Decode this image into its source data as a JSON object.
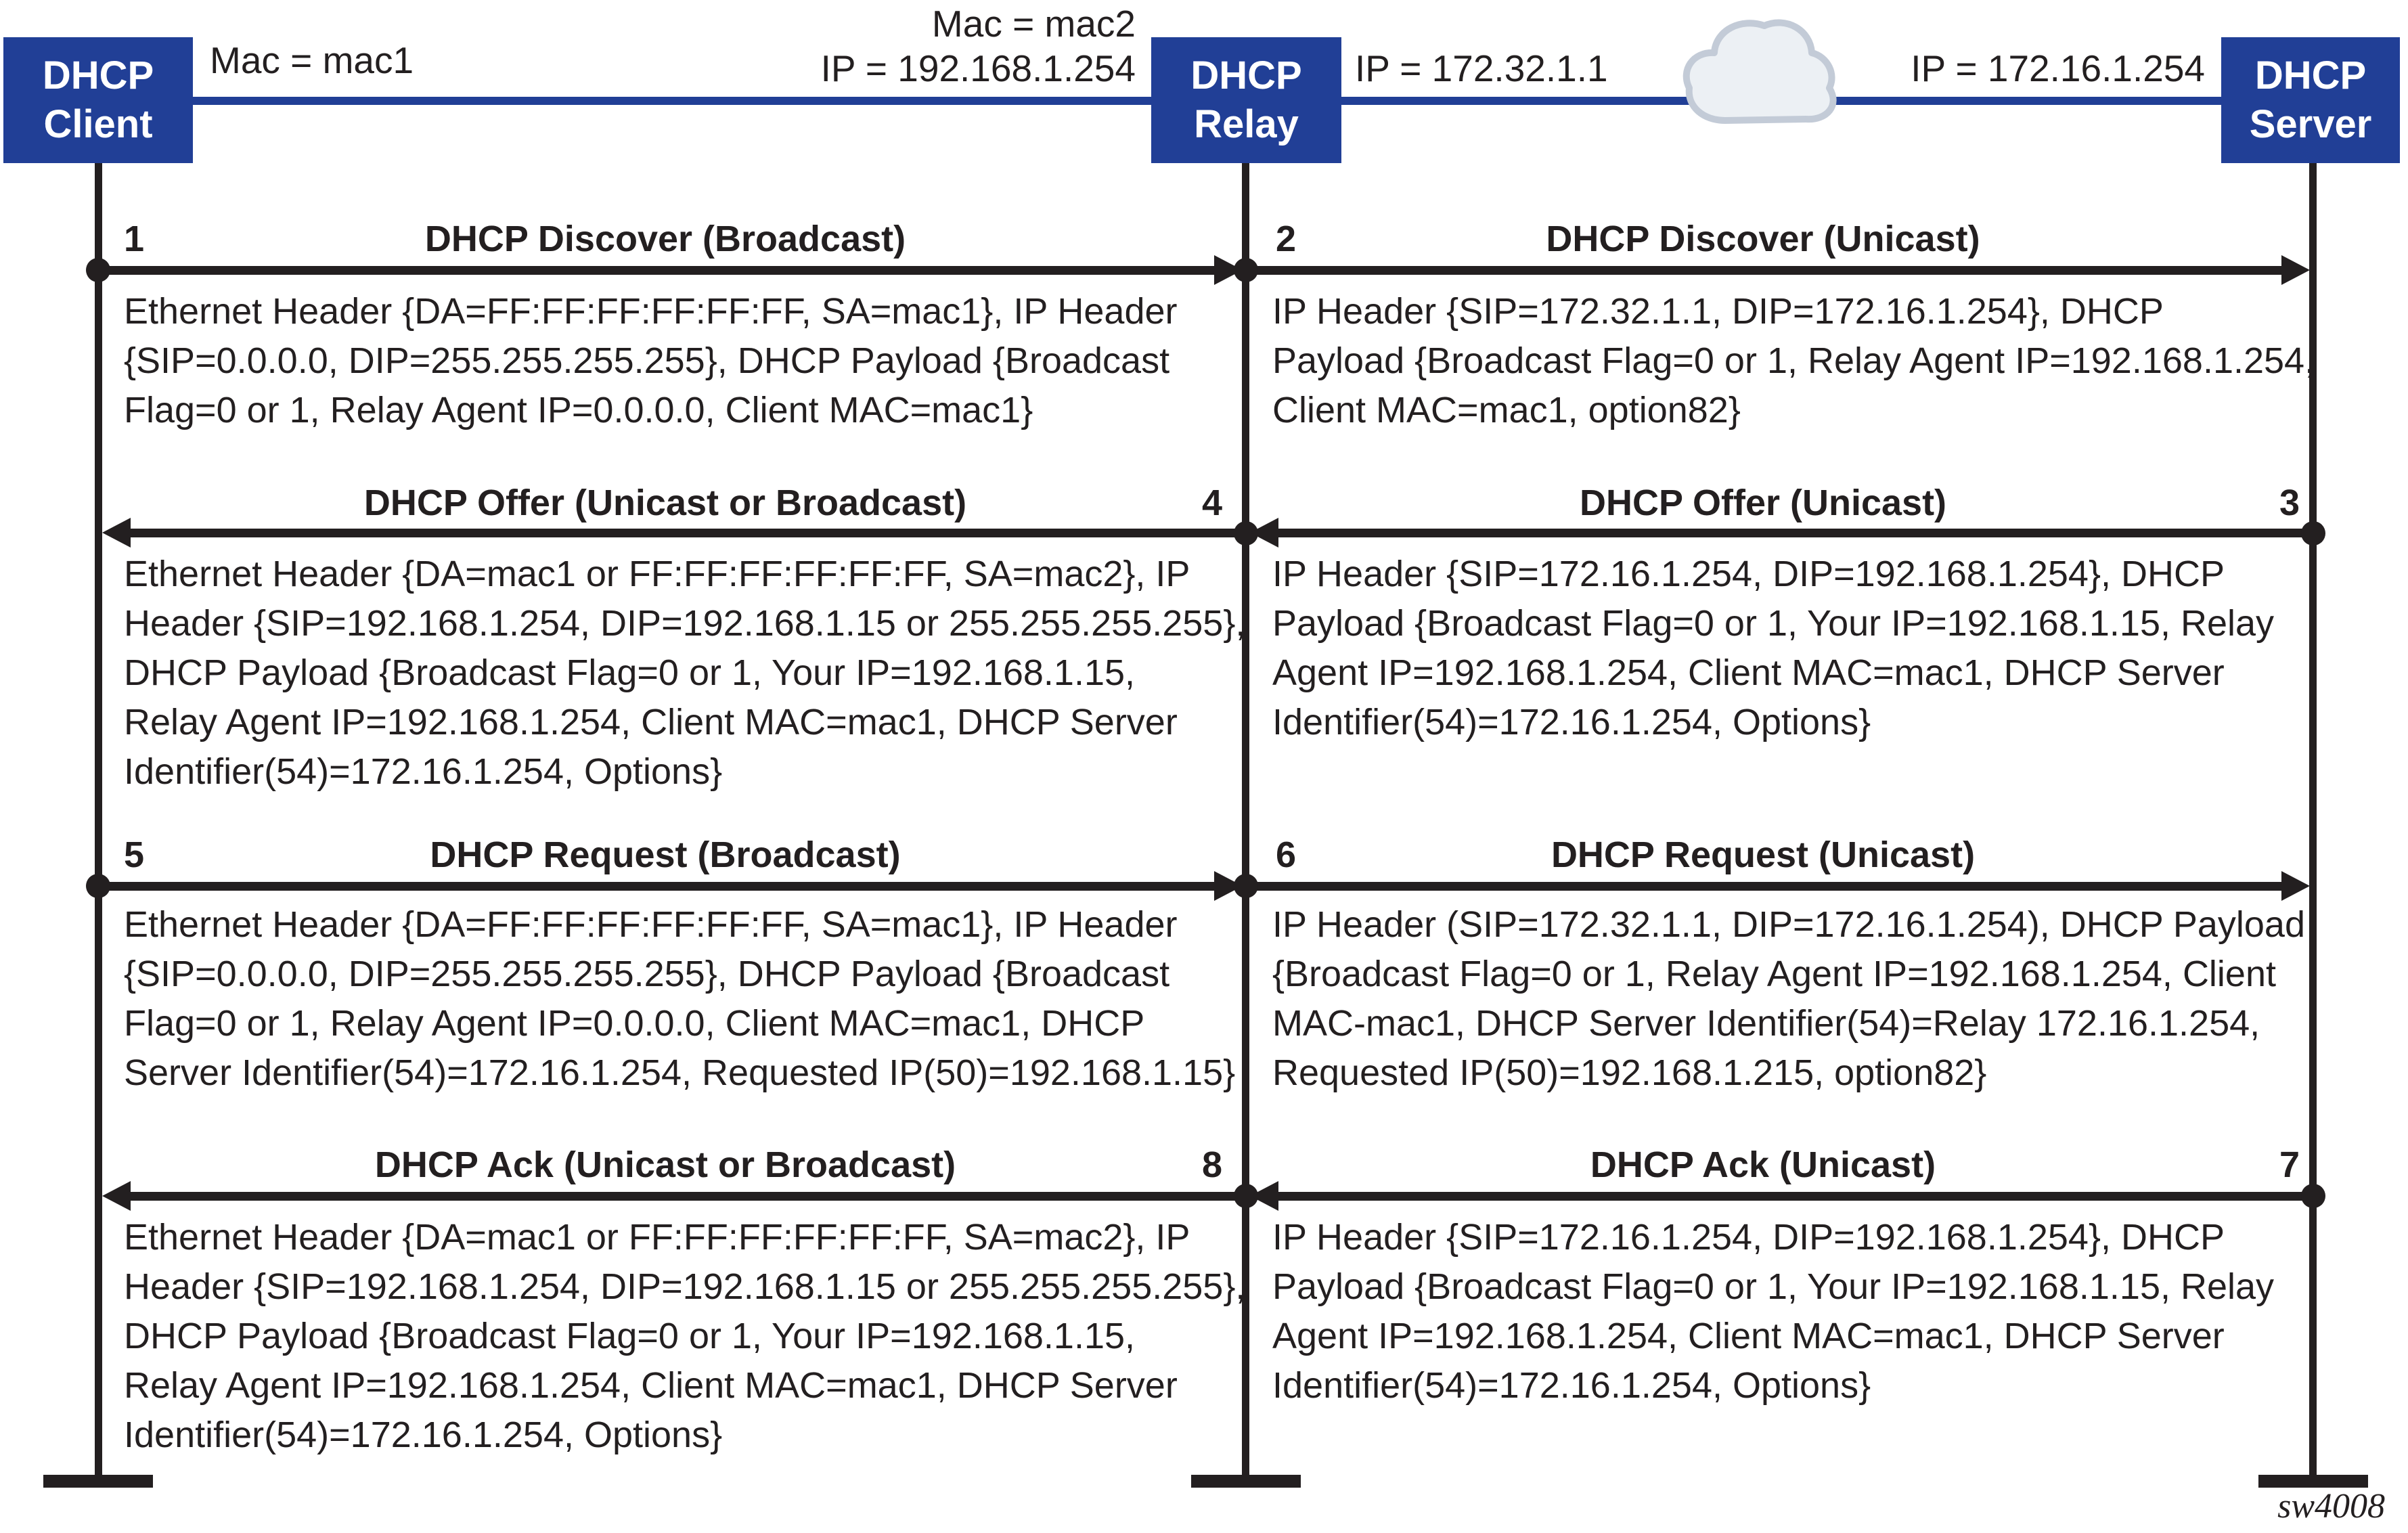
{
  "figure": {
    "code": "sw4008"
  },
  "palette": {
    "navy": "#213f96",
    "ink": "#231f20",
    "cloud_fill": "#ecf0f4",
    "cloud_stroke": "#c3cbd7"
  },
  "nodes": {
    "client": {
      "label": [
        "DHCP",
        "Client"
      ]
    },
    "relay": {
      "label": [
        "DHCP",
        "Relay"
      ]
    },
    "server": {
      "label": [
        "DHCP",
        "Server"
      ]
    }
  },
  "link_labels": {
    "client_mac": "Mac = mac1",
    "relay_mac": "Mac = mac2",
    "relay_lan_ip": "IP = 192.168.1.254",
    "relay_wan_ip": "IP = 172.32.1.1",
    "server_ip": "IP = 172.16.1.254"
  },
  "icons": {
    "cloud": "wan-cloud"
  },
  "messages": {
    "m1": {
      "num": "1",
      "title": "DHCP Discover (Broadcast)",
      "from": "client",
      "to": "relay",
      "payload": [
        "Ethernet Header {DA=FF:FF:FF:FF:FF:FF, SA=mac1}, IP Header",
        "{SIP=0.0.0.0, DIP=255.255.255.255}, DHCP Payload {Broadcast",
        "Flag=0 or 1, Relay Agent IP=0.0.0.0, Client MAC=mac1}"
      ]
    },
    "m2": {
      "num": "2",
      "title": "DHCP Discover (Unicast)",
      "from": "relay",
      "to": "server",
      "payload": [
        "IP Header {SIP=172.32.1.1, DIP=172.16.1.254}, DHCP",
        "Payload {Broadcast Flag=0 or 1, Relay Agent IP=192.168.1.254,",
        "Client MAC=mac1, option82}"
      ]
    },
    "m3": {
      "num": "3",
      "title": "DHCP Offer (Unicast)",
      "from": "server",
      "to": "relay",
      "payload": [
        "IP Header {SIP=172.16.1.254, DIP=192.168.1.254}, DHCP",
        "Payload {Broadcast Flag=0 or 1, Your IP=192.168.1.15, Relay",
        "Agent IP=192.168.1.254, Client MAC=mac1, DHCP Server",
        "Identifier(54)=172.16.1.254, Options}"
      ]
    },
    "m4": {
      "num": "4",
      "title": "DHCP Offer (Unicast or Broadcast)",
      "from": "relay",
      "to": "client",
      "payload": [
        "Ethernet Header {DA=mac1 or FF:FF:FF:FF:FF:FF, SA=mac2}, IP",
        "Header {SIP=192.168.1.254, DIP=192.168.1.15 or 255.255.255.255},",
        "DHCP Payload {Broadcast Flag=0 or 1, Your IP=192.168.1.15,",
        "Relay Agent IP=192.168.1.254, Client MAC=mac1, DHCP Server",
        "Identifier(54)=172.16.1.254, Options}"
      ]
    },
    "m5": {
      "num": "5",
      "title": "DHCP Request (Broadcast)",
      "from": "client",
      "to": "relay",
      "payload": [
        "Ethernet Header {DA=FF:FF:FF:FF:FF:FF, SA=mac1}, IP Header",
        "{SIP=0.0.0.0, DIP=255.255.255.255}, DHCP Payload {Broadcast",
        "Flag=0 or 1, Relay Agent IP=0.0.0.0, Client MAC=mac1, DHCP",
        "Server Identifier(54)=172.16.1.254, Requested IP(50)=192.168.1.15}"
      ]
    },
    "m6": {
      "num": "6",
      "title": "DHCP Request (Unicast)",
      "from": "relay",
      "to": "server",
      "payload": [
        "IP Header (SIP=172.32.1.1, DIP=172.16.1.254), DHCP Payload",
        "{Broadcast Flag=0 or 1, Relay Agent IP=192.168.1.254, Client",
        "MAC-mac1, DHCP Server Identifier(54)=Relay 172.16.1.254,",
        "Requested IP(50)=192.168.1.215, option82}"
      ]
    },
    "m7": {
      "num": "7",
      "title": "DHCP Ack (Unicast)",
      "from": "server",
      "to": "relay",
      "payload": [
        "IP Header {SIP=172.16.1.254, DIP=192.168.1.254}, DHCP",
        "Payload {Broadcast Flag=0 or 1, Your IP=192.168.1.15, Relay",
        "Agent IP=192.168.1.254, Client MAC=mac1, DHCP Server",
        "Identifier(54)=172.16.1.254, Options}"
      ]
    },
    "m8": {
      "num": "8",
      "title": "DHCP Ack (Unicast or Broadcast)",
      "from": "relay",
      "to": "client",
      "payload": [
        "Ethernet Header {DA=mac1 or FF:FF:FF:FF:FF:FF, SA=mac2}, IP",
        "Header {SIP=192.168.1.254, DIP=192.168.1.15 or 255.255.255.255},",
        "DHCP Payload {Broadcast Flag=0 or 1, Your IP=192.168.1.15,",
        "Relay Agent IP=192.168.1.254, Client MAC=mac1, DHCP Server",
        "Identifier(54)=172.16.1.254, Options}"
      ]
    }
  }
}
